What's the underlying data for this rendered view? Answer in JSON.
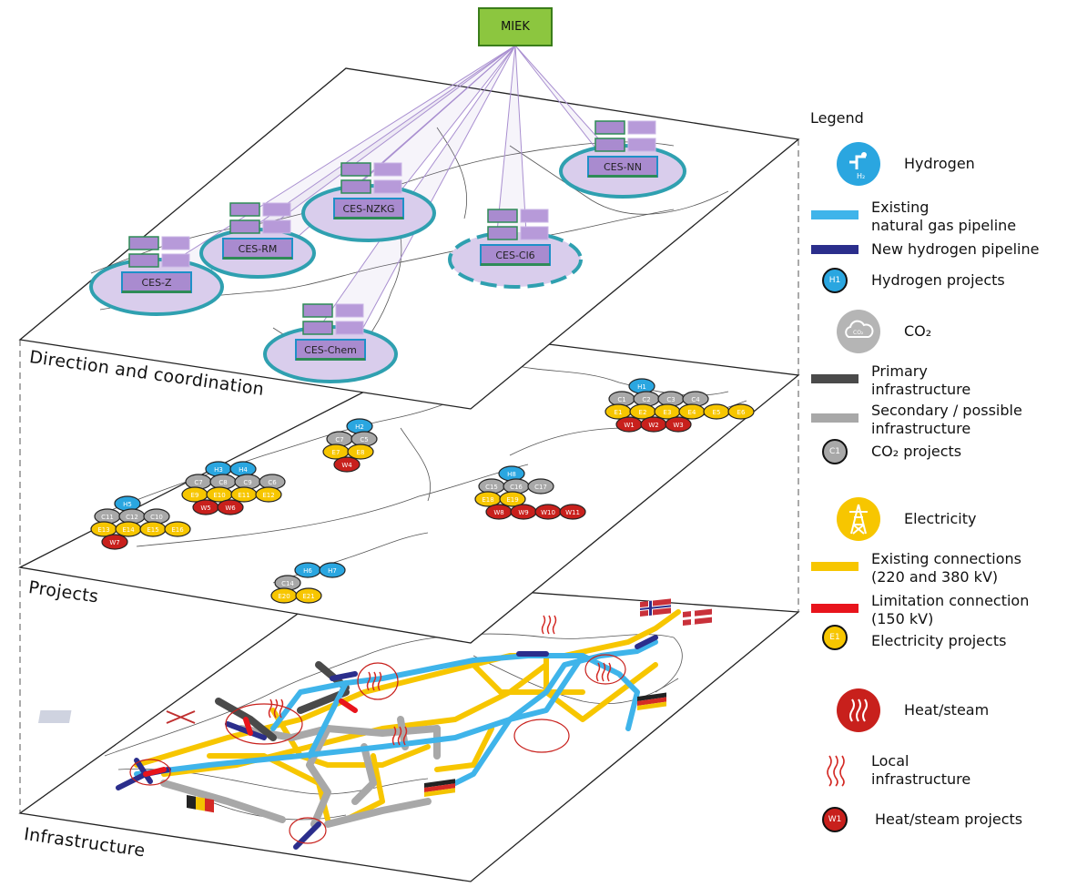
{
  "top_box": "MIEK",
  "layers": {
    "top": "Direction and coordination",
    "middle": "Projects",
    "bottom": "Infrastructure"
  },
  "ces_clusters": [
    {
      "label": "CES-Z"
    },
    {
      "label": "CES-RM"
    },
    {
      "label": "CES-NZKG"
    },
    {
      "label": "CES-Chem"
    },
    {
      "label": "CES-Cl6"
    },
    {
      "label": "CES-NN"
    }
  ],
  "project_clusters": [
    {
      "markers": [
        "H1",
        "C1",
        "C2",
        "C3",
        "C4",
        "E1",
        "E2",
        "E3",
        "E4",
        "E5",
        "E6",
        "W1",
        "W2",
        "W3"
      ]
    },
    {
      "markers": [
        "H2",
        "C7",
        "C5",
        "E7",
        "E8",
        "W4"
      ]
    },
    {
      "markers": [
        "H3",
        "H4",
        "C7",
        "C8",
        "C9",
        "C6",
        "E9",
        "E10",
        "E11",
        "E12",
        "W5",
        "W6"
      ]
    },
    {
      "markers": [
        "H5",
        "C11",
        "C12",
        "C10",
        "E13",
        "E14",
        "E15",
        "E16",
        "W7"
      ]
    },
    {
      "markers": [
        "H8",
        "C15",
        "C16",
        "C17",
        "E18",
        "E19",
        "W8",
        "W9",
        "W10",
        "W11"
      ]
    },
    {
      "markers": [
        "H6",
        "H7",
        "C14",
        "E20",
        "E21"
      ]
    }
  ],
  "legend": {
    "title": "Legend",
    "hydrogen": {
      "heading": "Hydrogen",
      "icon": "hydrogen-icon",
      "icon_text": "H₂",
      "color": "#2aa6e0",
      "existing_gas": "Existing\nnatural gas pipeline",
      "existing_gas_color": "#3fb4ea",
      "new_h2": "New hydrogen pipeline",
      "new_h2_color": "#2b2e8c",
      "projects": "Hydrogen projects",
      "projects_marker": "H1"
    },
    "co2": {
      "heading": "CO₂",
      "icon": "cloud-icon",
      "icon_text": "CO₂",
      "color": "#b5b5b5",
      "primary": "Primary\ninfrastructure",
      "primary_color": "#4a4a4a",
      "secondary": "Secondary / possible\ninfrastructure",
      "secondary_color": "#a8a8a8",
      "projects": "CO₂ projects",
      "projects_marker": "C1"
    },
    "electricity": {
      "heading": "Electricity",
      "icon": "pylon-icon",
      "color": "#f7c600",
      "existing": "Existing connections\n(220 and 380 kV)",
      "existing_color": "#f7c600",
      "limitation": "Limitation connection\n(150 kV)",
      "limitation_color": "#e8141c",
      "projects": "Electricity projects",
      "projects_marker": "E1"
    },
    "heat": {
      "heading": "Heat/steam",
      "icon": "heat-icon",
      "color": "#c8201c",
      "local": "Local\ninfrastructure",
      "projects": "Heat/steam projects",
      "projects_marker": "W1"
    }
  }
}
